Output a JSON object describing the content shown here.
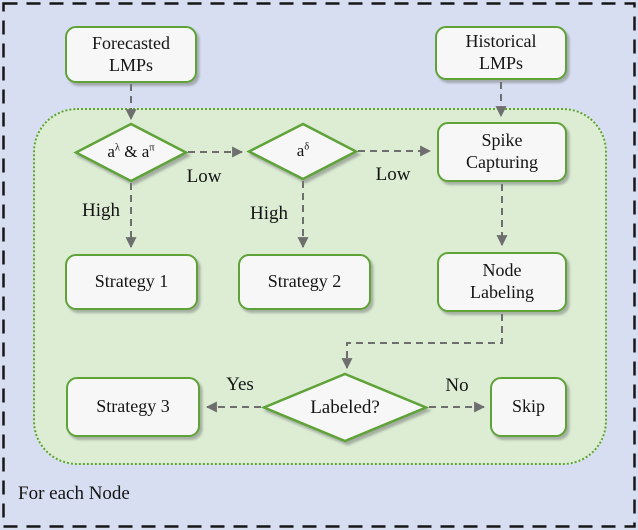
{
  "colors": {
    "outer_bg": "#d7def2",
    "region_bg": "#dcedd4",
    "green": "#5fa338",
    "node_fill": "#f7f7f7",
    "arrow": "#6e6e6e",
    "ink": "#161616"
  },
  "frame_label": "For each Node",
  "nodes": {
    "forecasted_lmps": "Forecasted\nLMPs",
    "historical_lmps": "Historical\nLMPs",
    "spike_capturing": "Spike\nCapturing",
    "strategy_1": "Strategy 1",
    "strategy_2": "Strategy 2",
    "node_labeling": "Node\nLabeling",
    "strategy_3": "Strategy 3",
    "skip": "Skip"
  },
  "decisions": {
    "forecast_thresholds": {
      "base1": "a",
      "sup1": "λ",
      "base2": " & a",
      "sup2": "π"
    },
    "delta_threshold": {
      "base": "a",
      "sup": "δ"
    },
    "labeled": "Labeled?"
  },
  "edge_labels": {
    "low_1": "Low",
    "low_2": "Low",
    "high_1": "High",
    "high_2": "High",
    "yes": "Yes",
    "no": "No"
  }
}
